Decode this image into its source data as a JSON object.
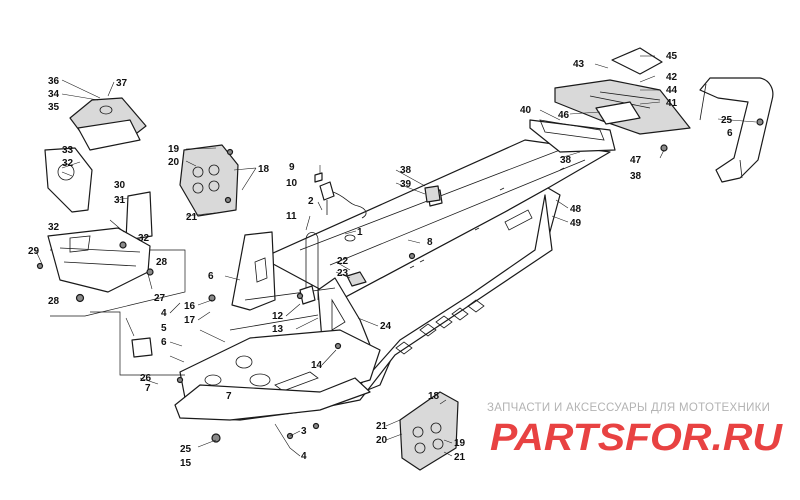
{
  "callouts": [
    "1",
    "2",
    "3",
    "4",
    "5",
    "6",
    "7",
    "8",
    "9",
    "10",
    "11",
    "12",
    "13",
    "14",
    "15",
    "16",
    "17",
    "18",
    "19",
    "20",
    "21",
    "22",
    "23",
    "24",
    "25",
    "26",
    "27",
    "28",
    "29",
    "30",
    "31",
    "32",
    "33",
    "34",
    "35",
    "36",
    "37",
    "38",
    "39",
    "40",
    "41",
    "42",
    "43",
    "44",
    "45",
    "46",
    "47",
    "48",
    "49"
  ],
  "watermark": {
    "tagline": "ЗАПЧАСТИ И АКСЕССУАРЫ ДЛЯ МОТОТЕХНИКИ",
    "logo_text": "PARTSFOR.RU",
    "color": "#e62e2e"
  }
}
